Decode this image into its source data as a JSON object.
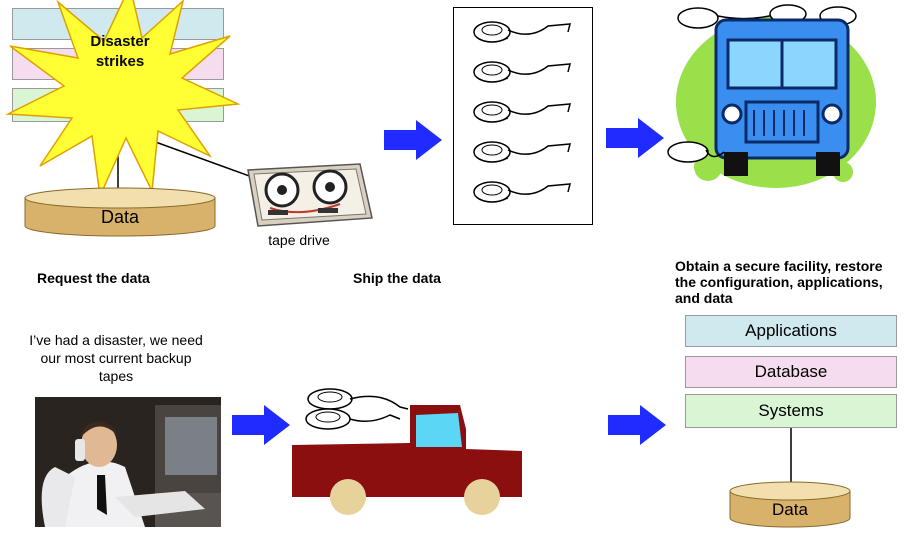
{
  "top": {
    "disaster_label": "Disaster strikes",
    "data_label": "Data",
    "tape_drive_label": "tape drive"
  },
  "steps": {
    "request": "Request the data",
    "ship": "Ship the data",
    "restore": "Obtain a secure facility, restore the configuration, applications, and data"
  },
  "caller_quote": "I’ve had a disaster, we need our most current backup tapes",
  "stack": {
    "layers": [
      "Applications",
      "Database",
      "Systems"
    ],
    "data_label": "Data"
  },
  "colors": {
    "arrow": "#1f2bff",
    "cylinder_fill": "#e8c88a",
    "cylinder_dark": "#b38a3c",
    "starburst": "#ffff33",
    "applications_layer": "#cfe9ee",
    "database_layer": "#f6dcef",
    "systems_layer": "#d9f5d4",
    "truck_blue": "#3a8ef0",
    "truck_bg": "#99e04a",
    "pickup_red": "#8b0f0f"
  }
}
